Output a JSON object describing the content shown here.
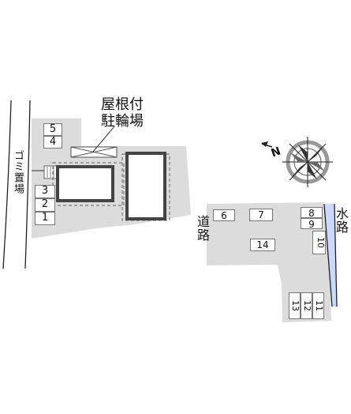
{
  "labels": {
    "bike_shelter_line1": "屋根付",
    "bike_shelter_line2": "駐輪場",
    "garbage_area": "ゴミ置場",
    "road_left": "道路",
    "waterway": "水路"
  },
  "compass": {
    "north_letter": "N"
  },
  "parking_spaces": {
    "p1": "1",
    "p2": "2",
    "p3": "3",
    "p4": "4",
    "p5": "5",
    "p6": "6",
    "p7": "7",
    "p8": "8",
    "p9": "9",
    "p10": "10",
    "p11": "11",
    "p12": "12",
    "p13": "13",
    "p14": "14"
  }
}
